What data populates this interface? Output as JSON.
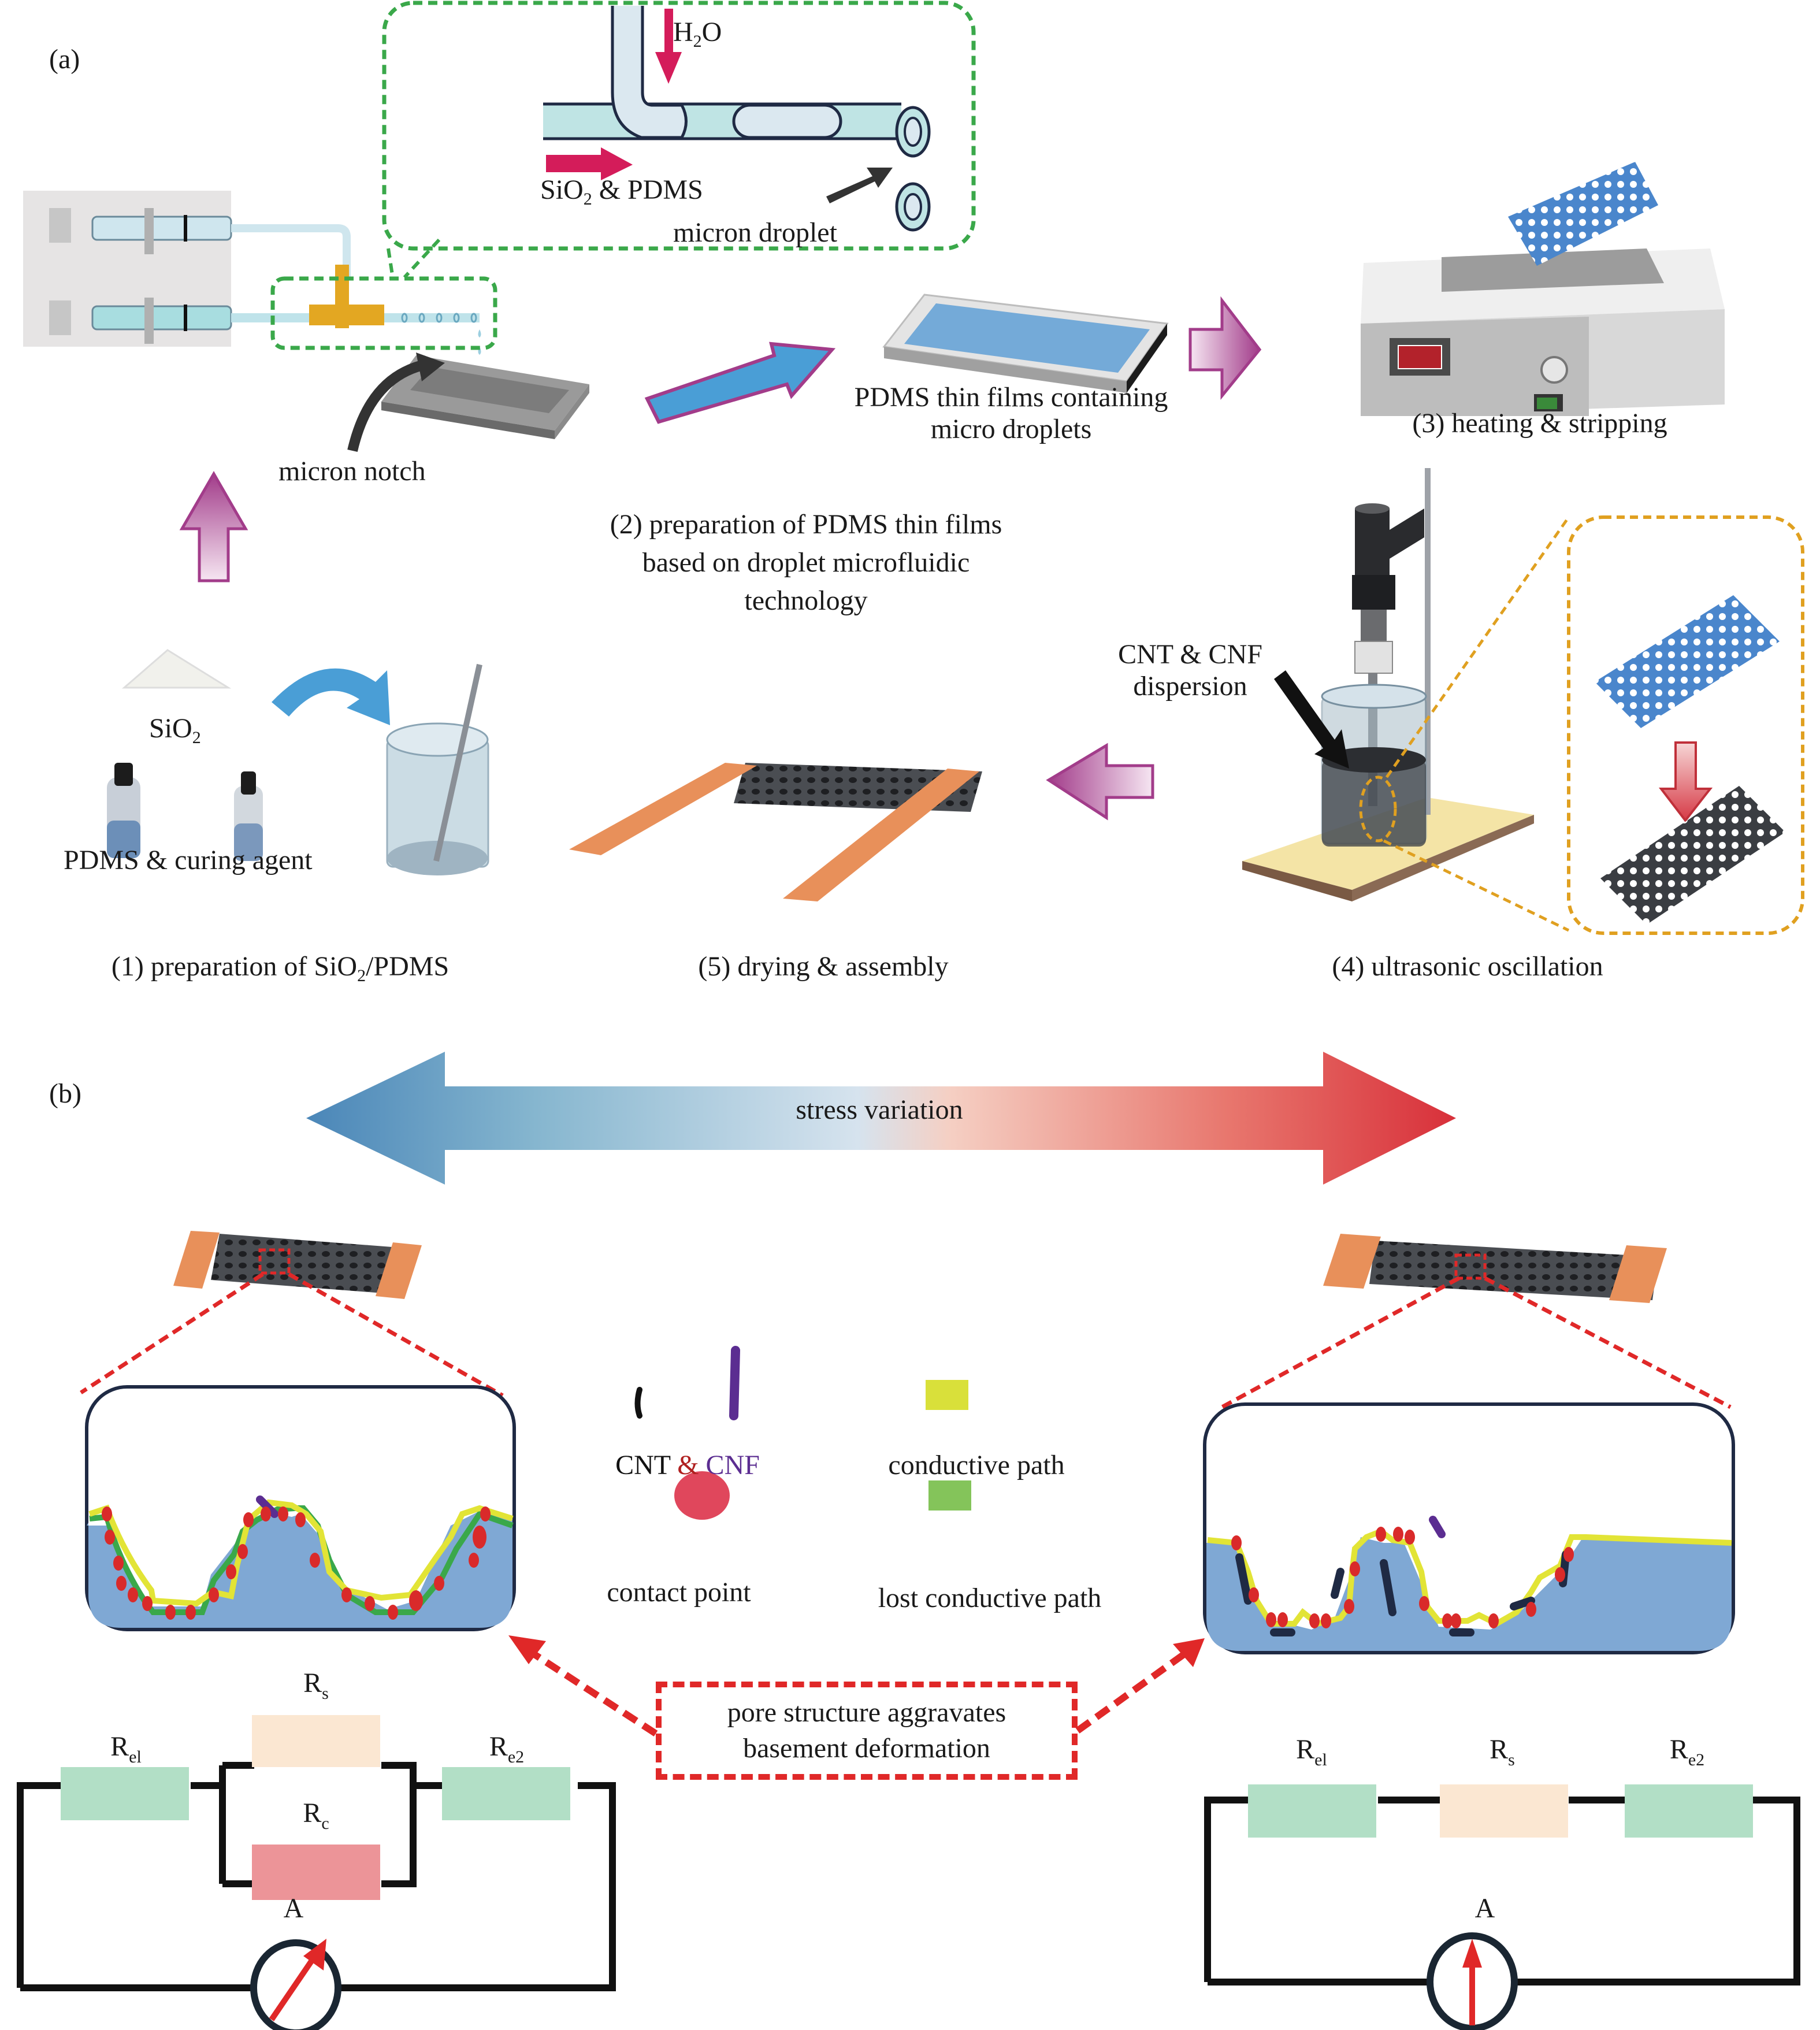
{
  "panels": {
    "a": "(a)",
    "b": "(b)"
  },
  "steps": {
    "step1": {
      "label": "(1) preparation of SiO",
      "sub": "2",
      "suffix": "/PDMS"
    },
    "step2": {
      "line1": "(2) preparation of PDMS thin films",
      "line2": "based on droplet microfluidic",
      "line3": "technology"
    },
    "step3": {
      "label": "(3) heating & stripping"
    },
    "step4": {
      "label": "(4) ultrasonic oscillation"
    },
    "step5": {
      "label": "(5) drying & assembly"
    }
  },
  "labels": {
    "h2o": {
      "main": "H",
      "sub": "2",
      "tail": "O"
    },
    "sio2_pdms": {
      "main": "SiO",
      "sub": "2",
      "tail": " & PDMS"
    },
    "micron_droplet": "micron droplet",
    "micron_notch": "micron notch",
    "pdms_films_line1": "PDMS thin films containing",
    "pdms_films_line2": "micro droplets",
    "sio2": {
      "main": "SiO",
      "sub": "2"
    },
    "pdms_curing": "PDMS & curing agent",
    "cnt_cnf_line1": "CNT & CNF",
    "cnt_cnf_line2": "dispersion"
  },
  "stress": {
    "label": "stress variation",
    "colors": {
      "low": "#4a86b8",
      "mid": "#d6e3ee",
      "high": "#d8303a"
    }
  },
  "legend": {
    "cnt": "CNT",
    "amp": "&",
    "cnf": "CNF",
    "conductive_path": "conductive path",
    "contact_point": "contact point",
    "lost_conductive_path": "lost conductive path",
    "colors": {
      "cnt": "#111111",
      "cnf": "#5b2d91",
      "amp": "#b02020",
      "conductive": "#d9e03a",
      "lost": "#84c45a",
      "contact": "#e0475c"
    }
  },
  "callout": {
    "line1": "pore structure aggravates",
    "line2": "basement deformation"
  },
  "circuit_left": {
    "re1": {
      "main": "R",
      "sub": "el"
    },
    "rs": {
      "main": "R",
      "sub": "s"
    },
    "rc": {
      "main": "R",
      "sub": "c"
    },
    "re2": {
      "main": "R",
      "sub": "e2"
    },
    "ammeter": "A"
  },
  "circuit_right": {
    "re1": {
      "main": "R",
      "sub": "el"
    },
    "rs": {
      "main": "R",
      "sub": "s"
    },
    "re2": {
      "main": "R",
      "sub": "e2"
    },
    "ammeter": "A"
  },
  "colors": {
    "green_dash": "#3aa84a",
    "orange_dash": "#e0a020",
    "red_dash": "#e02828",
    "magenta_arrow": "#a23c8a",
    "blue_arrow": "#4a9ed6",
    "mesh_blue": "#4a86cc",
    "mesh_dark": "#3a3d42",
    "copper": "#e8905a",
    "substrate": "#7fa8d4",
    "res_green": "#b2dfc6",
    "res_beige": "#fbe7d2",
    "res_pink": "#ec9498"
  }
}
